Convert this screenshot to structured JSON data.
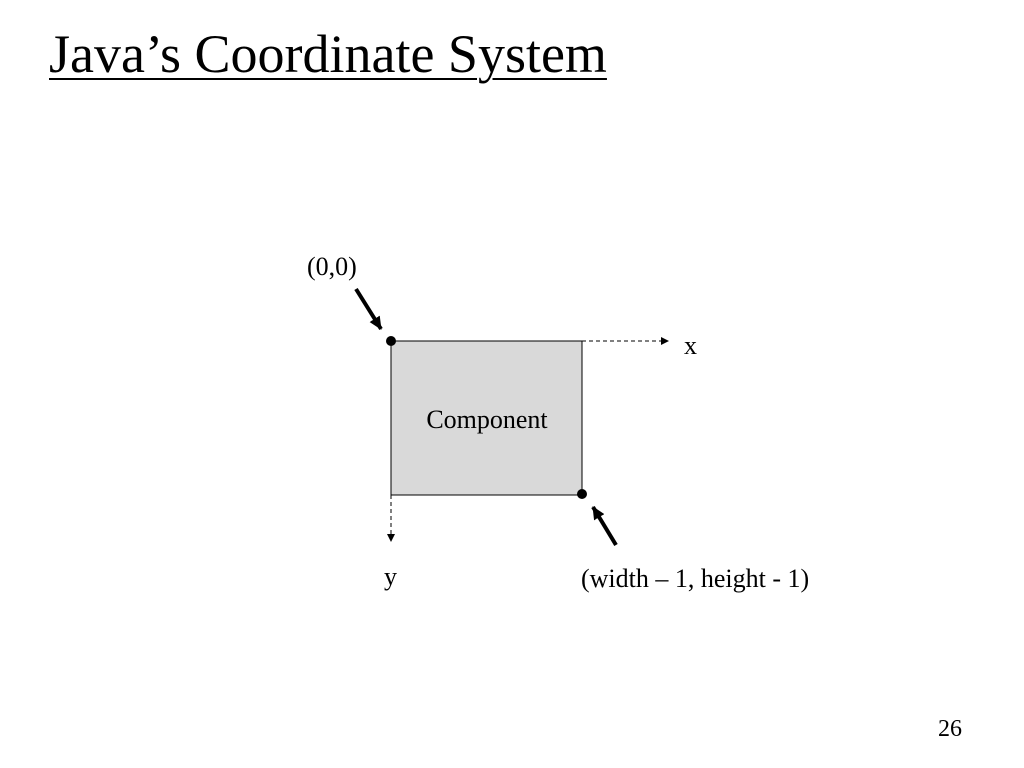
{
  "slide": {
    "title": "Java’s Coordinate System",
    "page_number": "26"
  },
  "diagram": {
    "component_label": "Component",
    "component_fill": "#d9d9d9",
    "origin_label": "(0,0)",
    "x_axis_label": "x",
    "y_axis_label": "y",
    "corner_label": "(width – 1, height - 1)"
  }
}
